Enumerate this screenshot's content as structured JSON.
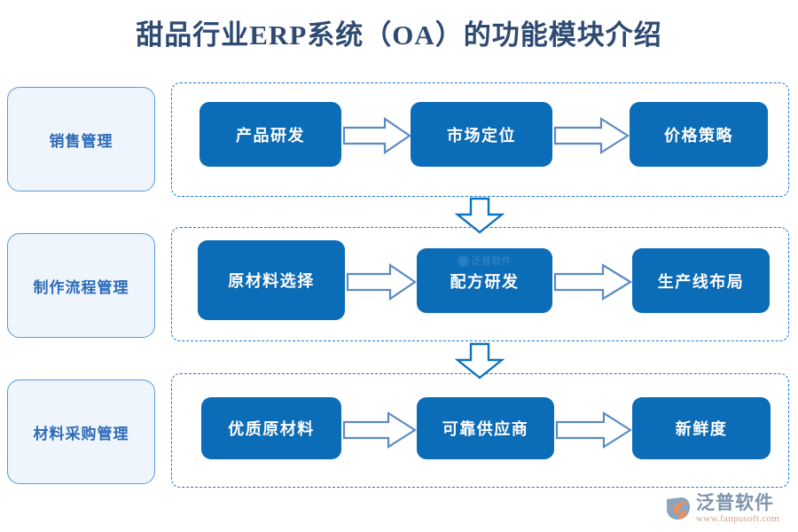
{
  "page": {
    "title": "甜品行业ERP系统（OA）的功能模块介绍",
    "title_color": "#2E4A72",
    "background": "#FFFFFF"
  },
  "theme": {
    "node_fill": "#0B6CB8",
    "node_text": "#FFFFFF",
    "chip_fill": "#EFF5FC",
    "chip_border": "#5B9BD5",
    "chip_text": "#2E6BB8",
    "dashed_border": "#1E78C8",
    "h_arrow_stroke": "#5B8BC4",
    "v_arrow_stroke": "#0E72BD",
    "arrow_fill": "#FFFFFF"
  },
  "rows": [
    {
      "category": "销售管理",
      "nodes": [
        "产品研发",
        "市场定位",
        "价格策略"
      ],
      "connector_icons": [
        "right-block-arrow-icon",
        "right-block-arrow-icon"
      ]
    },
    {
      "category": "制作流程管理",
      "nodes": [
        "原材料选择",
        "配方研发",
        "生产线布局"
      ],
      "connector_icons": [
        "right-block-arrow-icon",
        "right-block-arrow-icon"
      ],
      "watermark": "泛普软件"
    },
    {
      "category": "材料采购管理",
      "nodes": [
        "优质原材料",
        "可靠供应商",
        "新鲜度"
      ],
      "connector_icons": [
        "right-block-arrow-icon",
        "right-block-arrow-icon"
      ]
    }
  ],
  "vertical_connectors": [
    {
      "icon": "down-block-arrow-icon"
    },
    {
      "icon": "down-block-arrow-icon"
    }
  ],
  "brand": {
    "mark_icon": "fanpu-swoosh-logo-icon",
    "name": "泛普软件",
    "url": "www.fanpusoft.com",
    "name_color": "#7E93AD",
    "url_color": "#D9A08A"
  }
}
